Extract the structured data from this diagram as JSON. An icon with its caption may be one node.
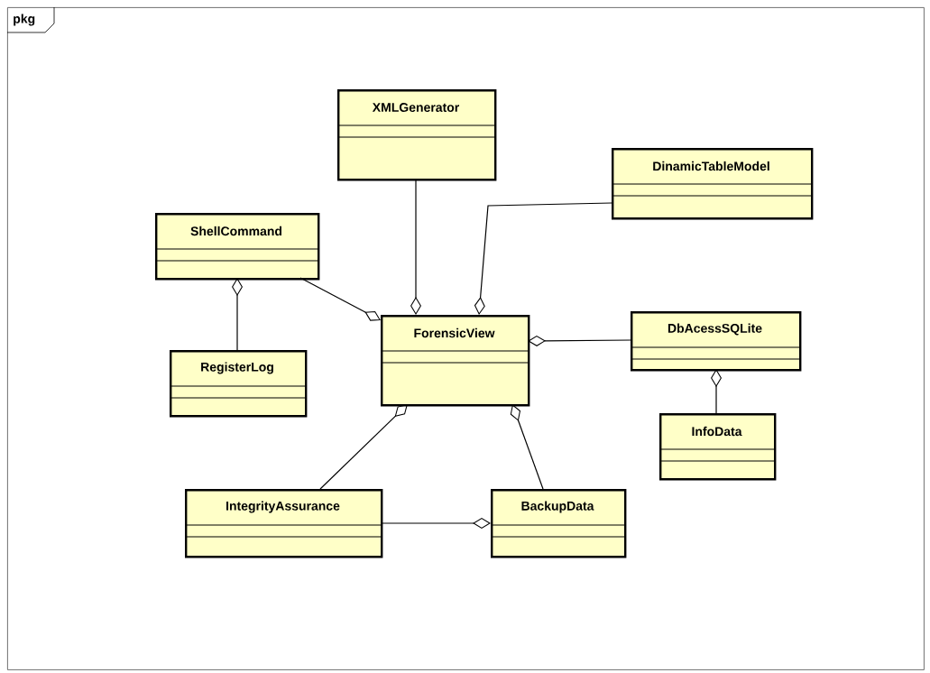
{
  "diagram": {
    "nodes": [
      {
        "text": [
          "pkg"
        ]
      },
      {
        "text": [
          "XMLGenerator"
        ],
        "in": 0
      },
      {
        "text": [
          "DinamicTableModel"
        ],
        "in": 0
      },
      {
        "text": [
          "ShellCommand"
        ],
        "in": 0
      },
      {
        "text": [
          "ForensicView"
        ],
        "in": 0
      },
      {
        "text": [
          "DbAcessSQLite"
        ],
        "in": 0
      },
      {
        "text": [
          "RegisterLog"
        ],
        "in": 0
      },
      {
        "text": [
          "InfoData"
        ],
        "in": 0
      },
      {
        "text": [
          "IntegrityAssurance"
        ],
        "in": 0
      },
      {
        "text": [
          "BackupData"
        ],
        "in": 0
      }
    ],
    "edges": [
      {
        "from": 1,
        "to": 4,
        "arrow": "other"
      },
      {
        "from": 2,
        "to": 4,
        "arrow": "other"
      },
      {
        "from": 3,
        "to": 4,
        "arrow": "other"
      },
      {
        "from": 5,
        "to": 4,
        "arrow": "other"
      },
      {
        "from": 6,
        "to": 3,
        "arrow": "other"
      },
      {
        "from": 7,
        "to": 5,
        "arrow": "other"
      },
      {
        "from": 8,
        "to": 4,
        "arrow": "other"
      },
      {
        "from": 9,
        "to": 4,
        "arrow": "other"
      },
      {
        "from": 8,
        "to": 9,
        "arrow": "other"
      }
    ]
  }
}
